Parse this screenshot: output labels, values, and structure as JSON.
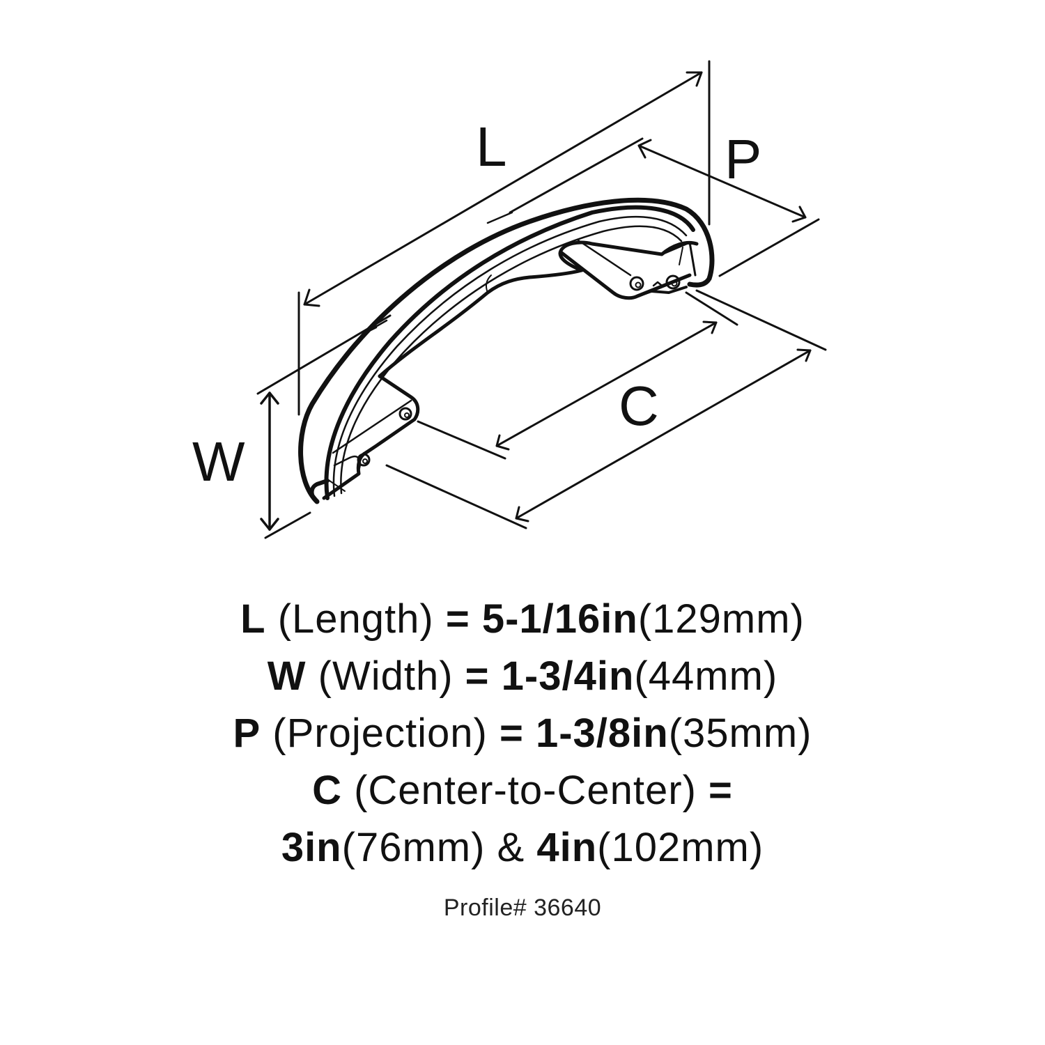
{
  "drawing": {
    "subject": "cabinet-pull-handle",
    "dimension_labels": {
      "L": "L",
      "P": "P",
      "W": "W",
      "C": "C"
    },
    "line_color": "#111111"
  },
  "specs": [
    {
      "key": "L",
      "name": "(Length)",
      "equals": "=",
      "imperial": "5-1/16in",
      "metric": "(129mm)"
    },
    {
      "key": "W",
      "name": "(Width)",
      "equals": "=",
      "imperial": "1-3/4in",
      "metric": "(44mm)"
    },
    {
      "key": "P",
      "name": "(Projection)",
      "equals": "=",
      "imperial": "1-3/8in",
      "metric": "(35mm)"
    },
    {
      "key": "C",
      "name": "(Center-to-Center)",
      "equals": "=",
      "values": [
        {
          "imperial": "3in",
          "metric": "(76mm)"
        },
        {
          "imperial": "4in",
          "metric": "(102mm)"
        }
      ],
      "joiner": "&"
    }
  ],
  "profile": "Profile# 36640"
}
